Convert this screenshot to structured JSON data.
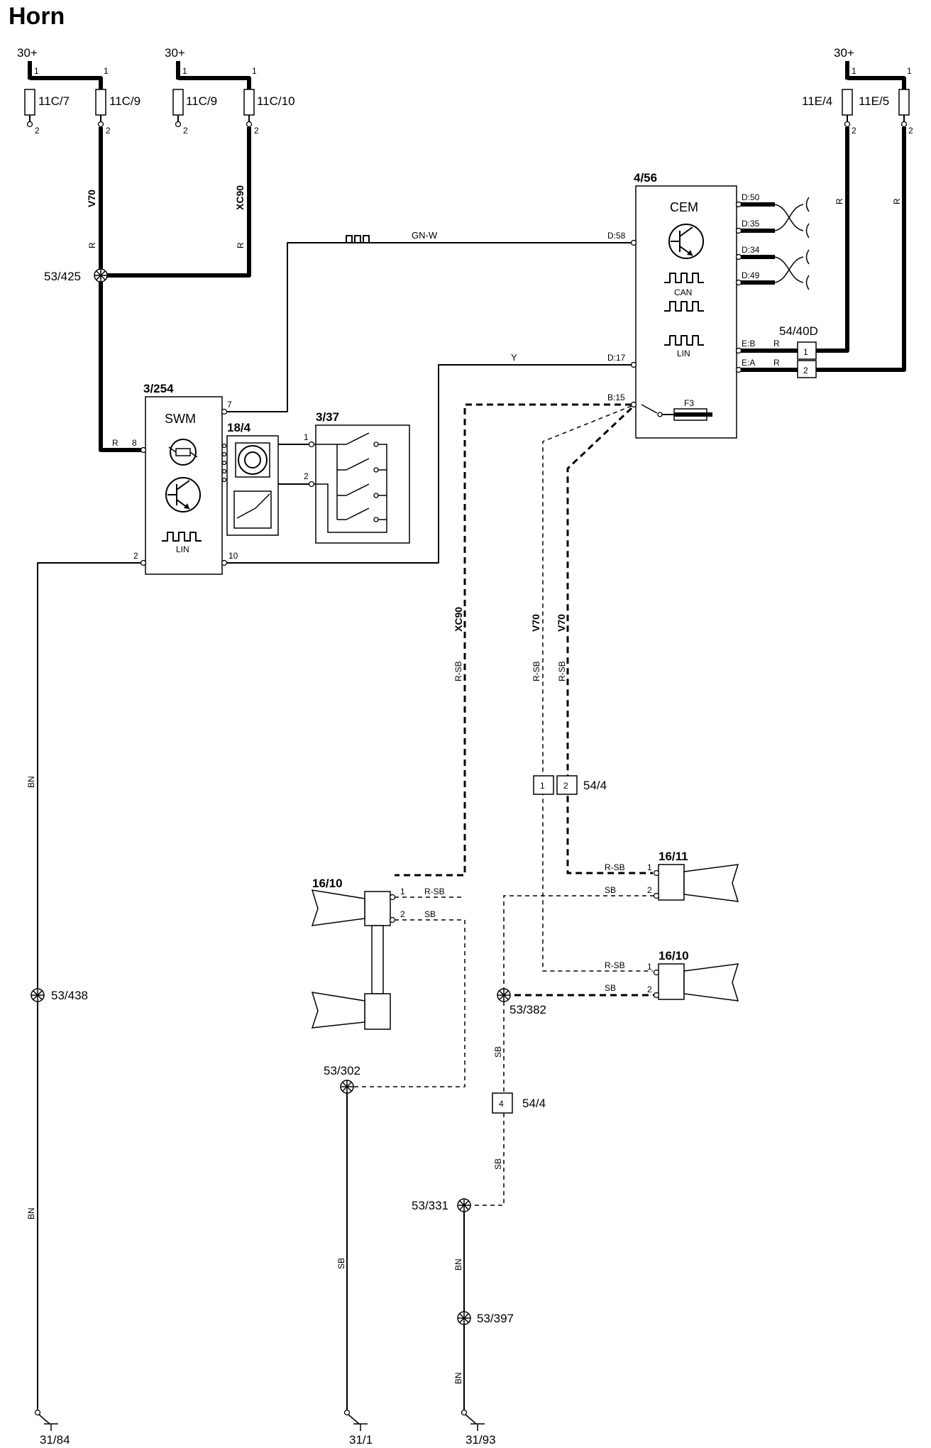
{
  "title": "Horn",
  "supply_labels": {
    "fuse_pair_a": "30+",
    "fuse_pair_b": "30+",
    "fuse_pair_c": "30+"
  },
  "fuses": {
    "f11c7": "11C/7",
    "f11c9_a": "11C/9",
    "f11c9_b": "11C/9",
    "f11c10": "11C/10",
    "f11e4": "11E/4",
    "f11e5": "11E/5"
  },
  "components": {
    "cem_id": "4/56",
    "cem_name": "CEM",
    "cem_can": "CAN",
    "cem_lin": "LIN",
    "cem_fuse": "F3",
    "swm_id": "3/254",
    "swm_name": "SWM",
    "swm_lin": "LIN",
    "airbag_id": "18/4",
    "switch_id": "3/37",
    "connector_54_40d": "54/40D",
    "connector_54_4_top": "54/4",
    "connector_54_4_bottom": "54/4",
    "horn_left_id": "16/10",
    "horn_right_top_id": "16/11",
    "horn_right_bottom_id": "16/10"
  },
  "splices": {
    "s53_425": "53/425",
    "s53_438": "53/438",
    "s53_382": "53/382",
    "s53_302": "53/302",
    "s53_331": "53/331",
    "s53_397": "53/397"
  },
  "grounds": {
    "g31_84": "31/84",
    "g31_1": "31/1",
    "g31_93": "31/93"
  },
  "wire_colors": {
    "r": "R",
    "gn_w": "GN-W",
    "y": "Y",
    "bn": "BN",
    "sb": "SB",
    "r_sb": "R-SB"
  },
  "models": {
    "v70": "V70",
    "xc90": "XC90"
  },
  "cem_pins": {
    "d58": "D:58",
    "d17": "D:17",
    "b15": "B:15",
    "d50": "D:50",
    "d35": "D:35",
    "d34": "D:34",
    "d49": "D:49",
    "eb": "E:B",
    "ea": "E:A"
  },
  "pin_numbers": {
    "p1": "1",
    "p2": "2",
    "p4": "4",
    "p7": "7",
    "p8": "8",
    "p10": "10"
  }
}
